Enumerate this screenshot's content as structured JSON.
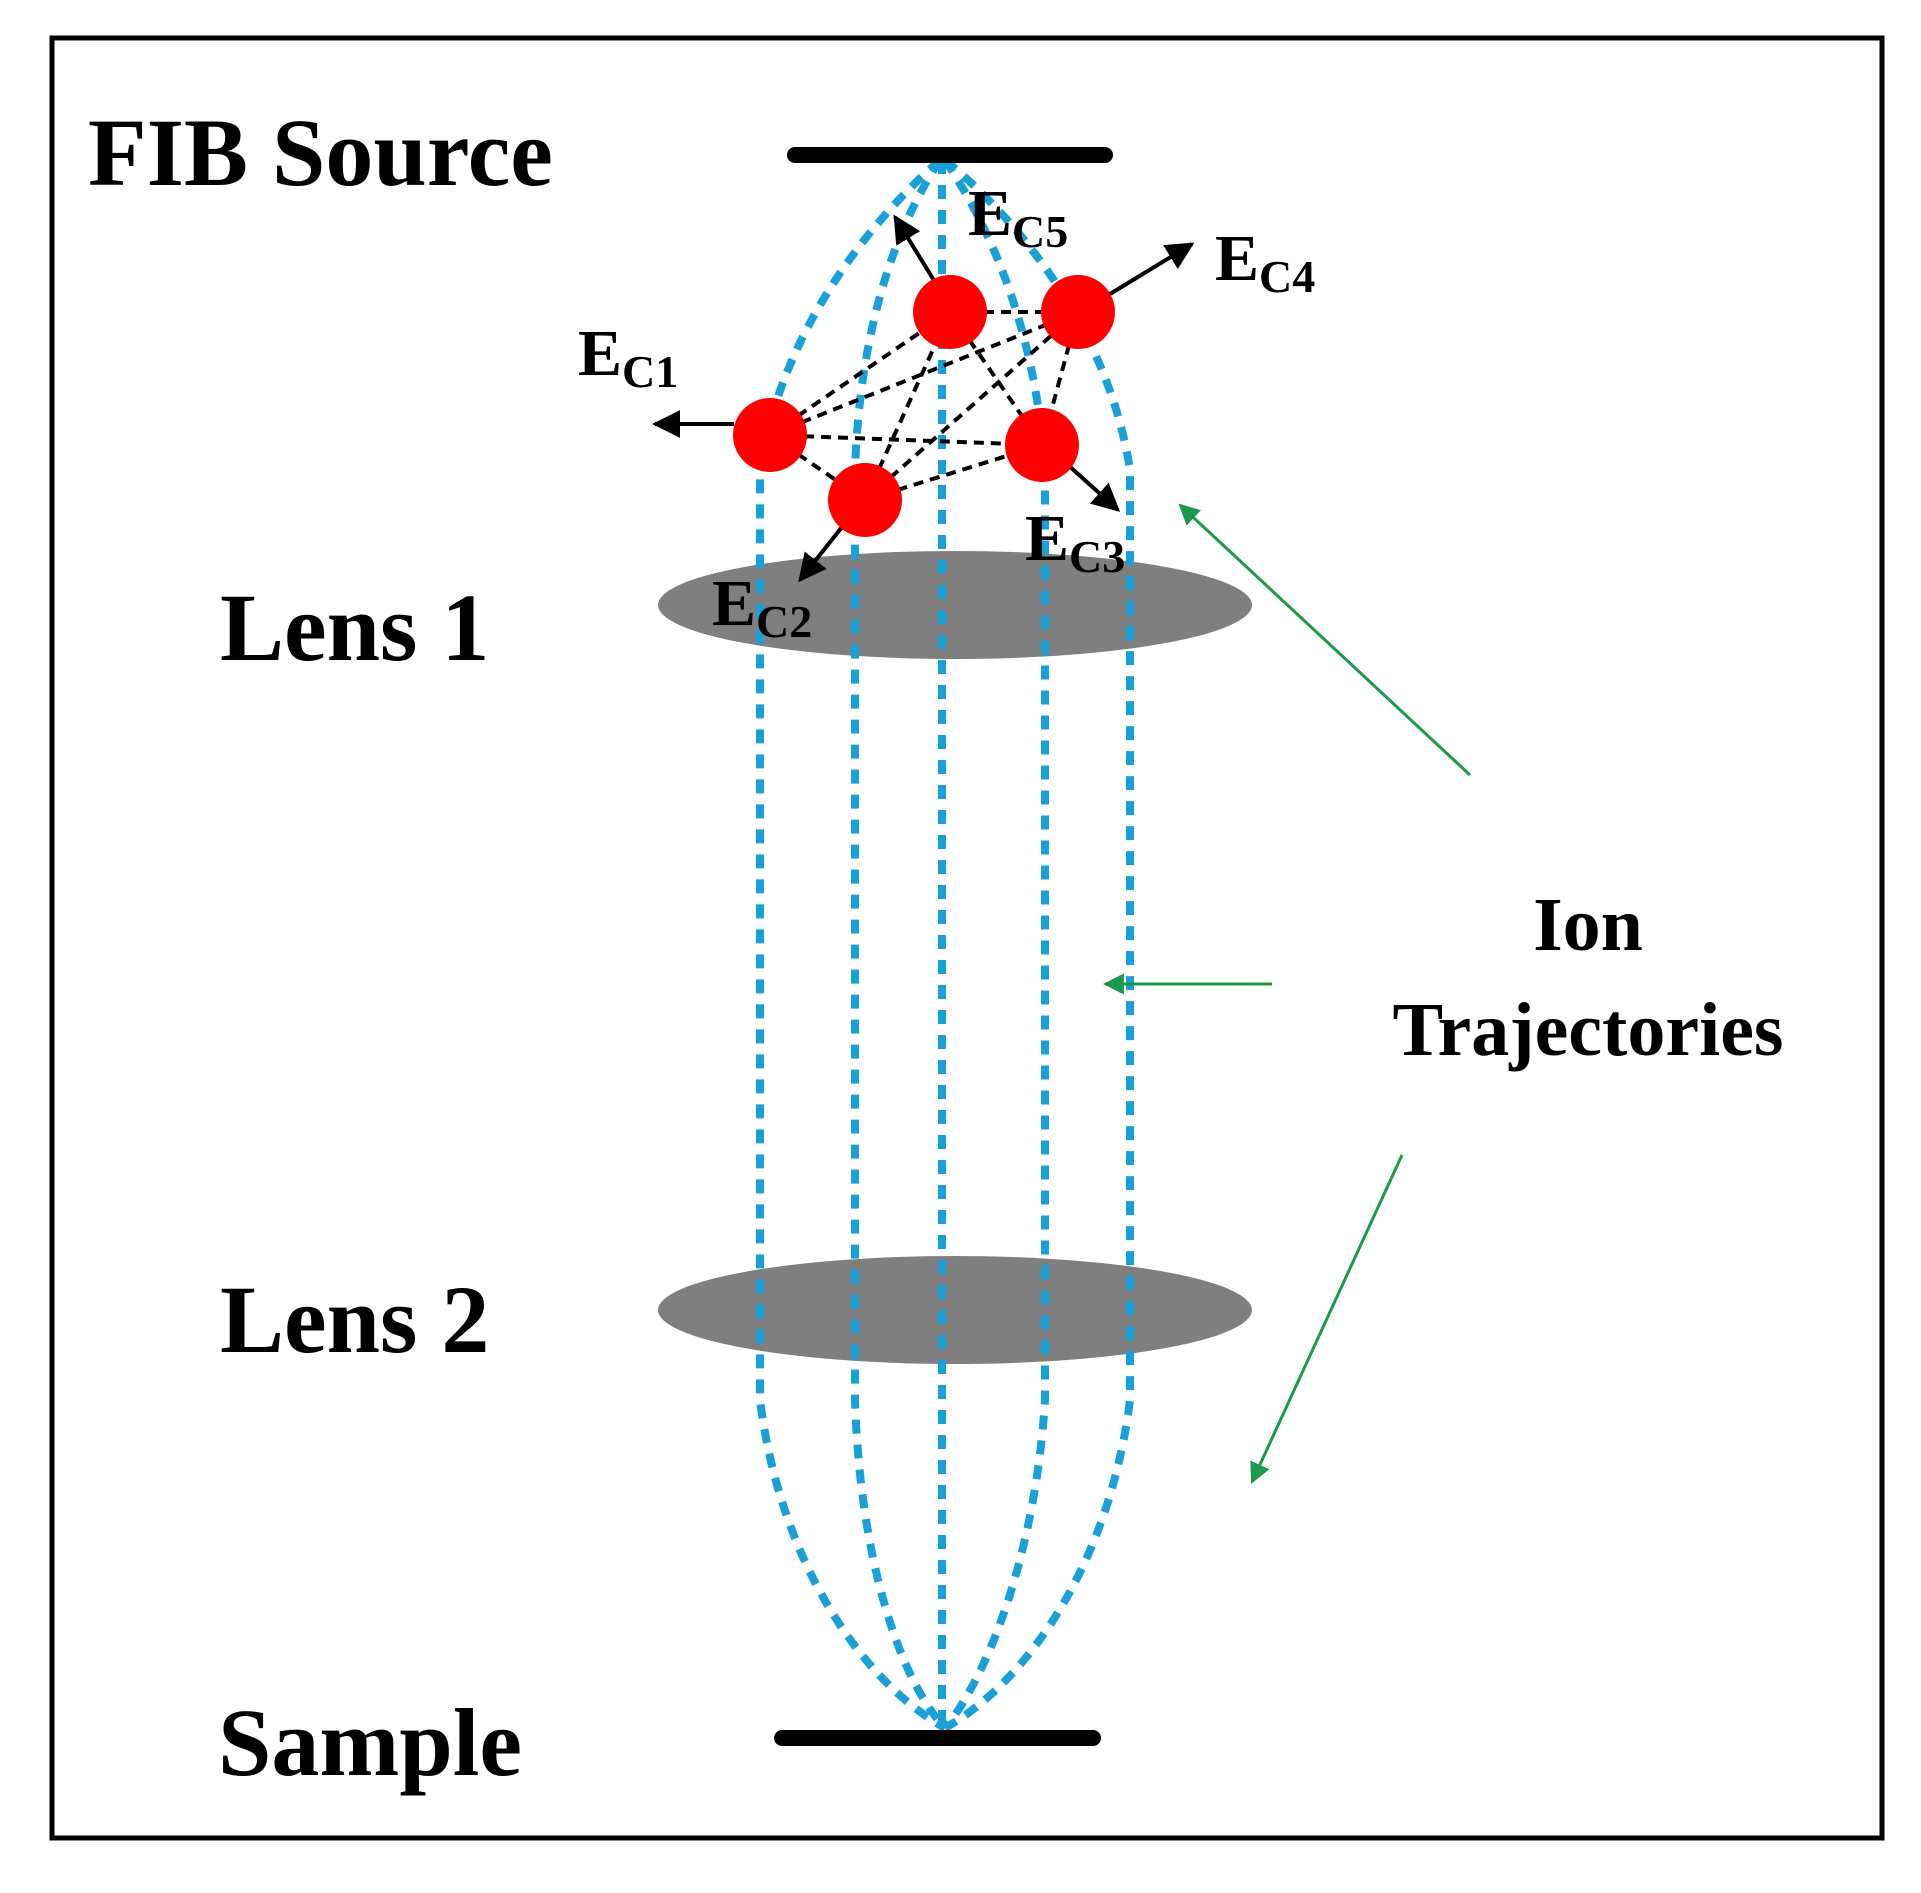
{
  "labels": {
    "source": "FIB Source",
    "lens1": "Lens 1",
    "lens2": "Lens 2",
    "sample": "Sample",
    "trajectories_line1": "Ion",
    "trajectories_line2": "Trajectories"
  },
  "charges": [
    {
      "main": "E",
      "sub": "C1"
    },
    {
      "main": "E",
      "sub": "C2"
    },
    {
      "main": "E",
      "sub": "C3"
    },
    {
      "main": "E",
      "sub": "C4"
    },
    {
      "main": "E",
      "sub": "C5"
    }
  ],
  "colors": {
    "trajectory": "#1aa0d8",
    "lens": "#7f7f7f",
    "ion": "#ff0000",
    "pointer": "#1a9a4a",
    "plate": "#000000",
    "frame": "#000000"
  }
}
